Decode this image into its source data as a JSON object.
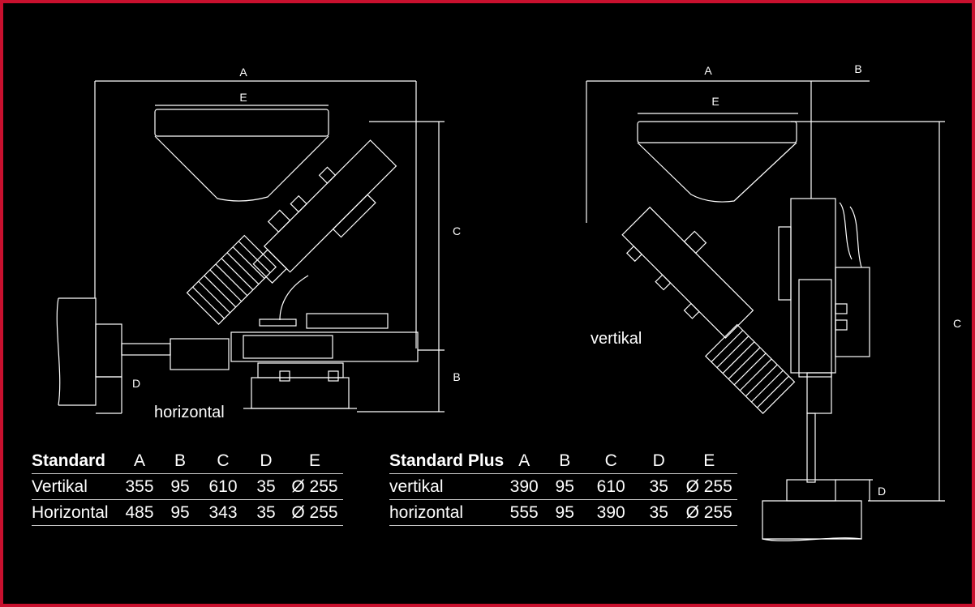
{
  "diagram": {
    "left": {
      "caption": "horizontal",
      "dim_labels": {
        "a": "A",
        "e": "E",
        "c": "C",
        "b": "B",
        "d": "D"
      }
    },
    "right": {
      "caption": "vertikal",
      "dim_labels": {
        "a": "A",
        "b": "B",
        "e": "E",
        "c": "C",
        "d": "D"
      }
    }
  },
  "tables": [
    {
      "title": "Standard",
      "columns": [
        "A",
        "B",
        "C",
        "D",
        "E"
      ],
      "rows": [
        {
          "label": "Vertikal",
          "values": [
            "355",
            "95",
            "610",
            "35",
            "Ø 255"
          ]
        },
        {
          "label": "Horizontal",
          "values": [
            "485",
            "95",
            "343",
            "35",
            "Ø 255"
          ]
        }
      ]
    },
    {
      "title": "Standard Plus",
      "columns": [
        "A",
        "B",
        "C",
        "D",
        "E"
      ],
      "rows": [
        {
          "label": "vertikal",
          "values": [
            "390",
            "95",
            "610",
            "35",
            "Ø 255"
          ]
        },
        {
          "label": "horizontal",
          "values": [
            "555",
            "95",
            "390",
            "35",
            "Ø 255"
          ]
        }
      ]
    }
  ],
  "colors": {
    "border": "#c8102e",
    "background": "#000000",
    "line": "#ffffff"
  }
}
